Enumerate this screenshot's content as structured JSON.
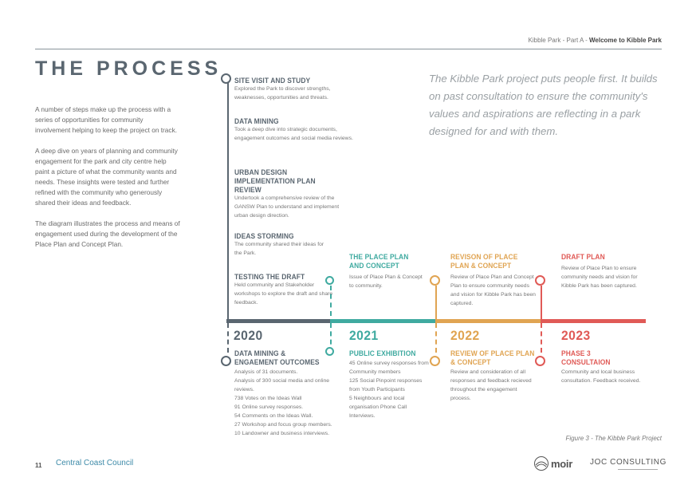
{
  "running_header": {
    "prefix": "Kibble Park - Part A -",
    "section": "Welcome to Kibble Park"
  },
  "title": "THE PROCESS",
  "intro": [
    "A number of steps make up the process with a series of opportunities for community involvement helping to keep the project on track.",
    "A deep dive on years of planning and community engagement for the park and city centre help paint a picture of what the community wants and needs. These insights were tested and further refined with the community who generously shared their ideas and feedback.",
    "The diagram illustrates the process and means of engagement used during the development of the Place Plan and Concept Plan."
  ],
  "quote": "The Kibble Park project puts people first. It builds on past consultation to ensure the community's values and aspirations are reflecting in a park designed for and with them.",
  "stages_2020": [
    {
      "heading": "SITE VISIT AND STUDY",
      "body": "Explored the Park to discover strengths, weaknesses, opportunities and threats."
    },
    {
      "heading": "DATA MINING",
      "body": "Took a deep dive into strategic documents, engagement outcomes and social media reviews."
    },
    {
      "heading": "URBAN DESIGN IMPLEMENTATION PLAN REVIEW",
      "body": "Undertook a comprehensive review of the GANSW Plan to understand and implement urban design direction."
    },
    {
      "heading": "IDEAS STORMING",
      "body": "The community shared their ideas for the Park."
    },
    {
      "heading": "TESTING THE DRAFT",
      "body": "Held community and Stakeholder workshops to explore the draft and share feedback."
    }
  ],
  "upper": {
    "y2021": {
      "heading": "THE PLACE PLAN AND CONCEPT",
      "body": "Issue of Place Plan & Concept to community."
    },
    "y2022": {
      "heading": "REVISON OF PLACE PLAN & CONCEPT",
      "body": "Review of Place Plan and Concept Plan to ensure community needs and vision for Kibble Park has been captured."
    },
    "y2023": {
      "heading": "DRAFT PLAN",
      "body": "Review of Place Plan to ensure community needs and vision for Kibble Park has been captured."
    }
  },
  "years": [
    "2020",
    "2021",
    "2022",
    "2023"
  ],
  "lower": {
    "y2020": {
      "heading": "DATA MINING & ENGAEMENT OUTCOMES",
      "lines": [
        "Analysis of 31 documents.",
        "Analysis of 300 social media and online reviews.",
        "738 Votes on the Ideas Wall",
        "91 Online survey responses.",
        "54 Comments on the Ideas Wall.",
        "27 Workshop and focus group members.",
        "10 Landowner and business interviews."
      ]
    },
    "y2021": {
      "heading": "PUBLIC EXHIBITION",
      "lines": [
        "45 Online survey responses from Community members",
        "125 Social Pinpoint responses from Youth Participants",
        "5 Neighbours and local organisation Phone Call Interviews."
      ]
    },
    "y2022": {
      "heading": "REVIEW OF PLACE PLAN & CONCEPT",
      "lines": [
        "Review and consideration of all responses and feedback recieved throughout the engagement process."
      ]
    },
    "y2023": {
      "heading": "PHASE 3 CONSULTAION",
      "lines": [
        "Community and local business consultation. Feedback received."
      ]
    }
  },
  "figure_caption": "Figure 3 - The Kibble Park Project",
  "footer": {
    "page_number": "11",
    "org": "Central Coast Council"
  },
  "logos": {
    "moir": "moir",
    "joc": "JOC CONSULTING"
  },
  "colors": {
    "slate": "#5a6670",
    "teal": "#3faaa0",
    "amber": "#e0a452",
    "coral": "#e05a56"
  }
}
